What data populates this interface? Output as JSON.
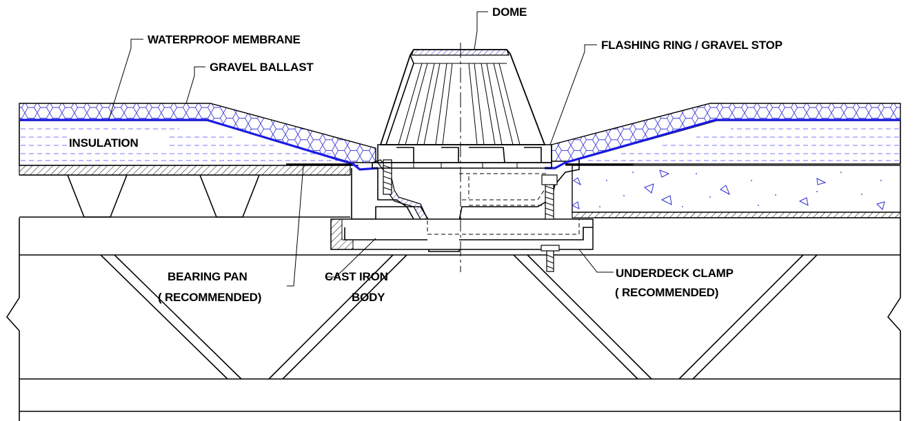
{
  "colors": {
    "membrane": "#1a1ae6",
    "insulation_dash": "#4a4aff",
    "gravel_hex": "#3a3ad8",
    "line": "#000000"
  },
  "labels": {
    "dome": "DOME",
    "waterproof_membrane": "WATERPROOF MEMBRANE",
    "gravel_ballast": "GRAVEL BALLAST",
    "flashing_ring": "FLASHING RING / GRAVEL STOP",
    "insulation": "INSULATION",
    "bearing_pan_1": "BEARING PAN",
    "bearing_pan_2": "( RECOMMENDED)",
    "cast_iron_1": "CAST IRON",
    "cast_iron_2": "BODY",
    "underdeck_1": "UNDERDECK CLAMP",
    "underdeck_2": "( RECOMMENDED)"
  }
}
